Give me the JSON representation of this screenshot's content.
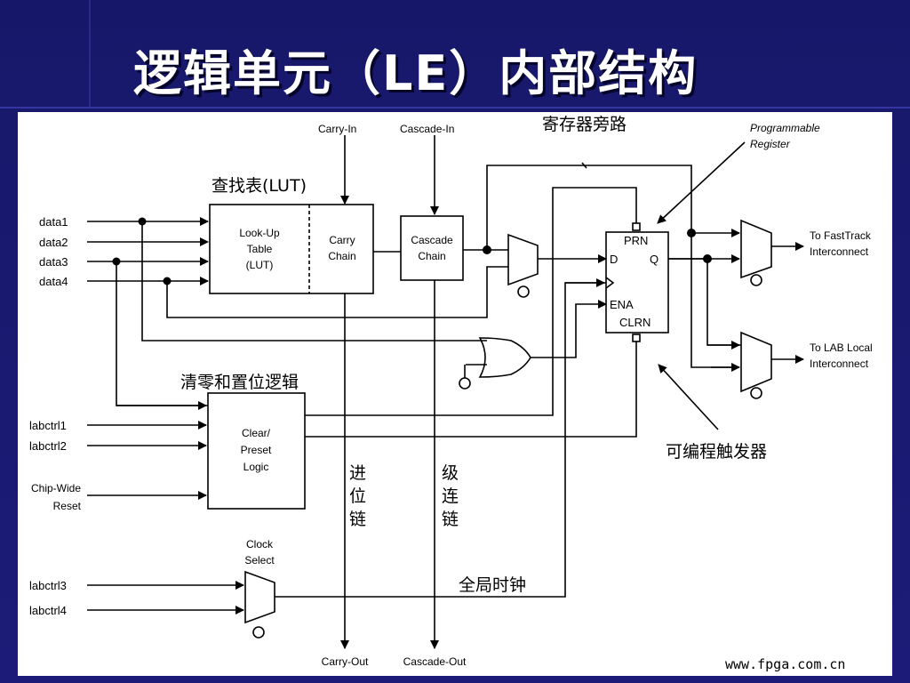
{
  "slide": {
    "title": "逻辑单元（LE）内部结构",
    "watermark": "www.fpga.com.cn"
  },
  "diagram": {
    "inputs": [
      "data1",
      "data2",
      "data3",
      "data4"
    ],
    "ctrl_inputs": [
      "labctrl1",
      "labctrl2"
    ],
    "chip_reset": [
      "Chip-Wide",
      "Reset"
    ],
    "clk_inputs": [
      "labctrl3",
      "labctrl4"
    ],
    "carry_in": "Carry-In",
    "cascade_in": "Cascade-In",
    "carry_out": "Carry-Out",
    "cascade_out": "Cascade-Out",
    "lut": {
      "line1": "Look-Up",
      "line2": "Table",
      "line3": "(LUT)"
    },
    "carry_chain": {
      "line1": "Carry",
      "line2": "Chain"
    },
    "cascade_chain": {
      "line1": "Cascade",
      "line2": "Chain"
    },
    "clear_preset": {
      "line1": "Clear/",
      "line2": "Preset",
      "line3": "Logic"
    },
    "clock_select": {
      "line1": "Clock",
      "line2": "Select"
    },
    "register": {
      "prn": "PRN",
      "d": "D",
      "q": "Q",
      "ena": "ENA",
      "clrn": "CLRN"
    },
    "prog_register": {
      "line1": "Programmable",
      "line2": "Register"
    },
    "fasttrack": {
      "line1": "To FastTrack",
      "line2": "Interconnect"
    },
    "lab_local": {
      "line1": "To LAB Local",
      "line2": "Interconnect"
    },
    "cn_labels": {
      "lut": "查找表(LUT)",
      "bypass": "寄存器旁路",
      "clear_logic": "清零和置位逻辑",
      "prog_trigger": "可编程触发器",
      "carry_chain": [
        "进",
        "位",
        "链"
      ],
      "cascade_chain": [
        "级",
        "连",
        "链"
      ],
      "global_clock": "全局时钟"
    }
  }
}
